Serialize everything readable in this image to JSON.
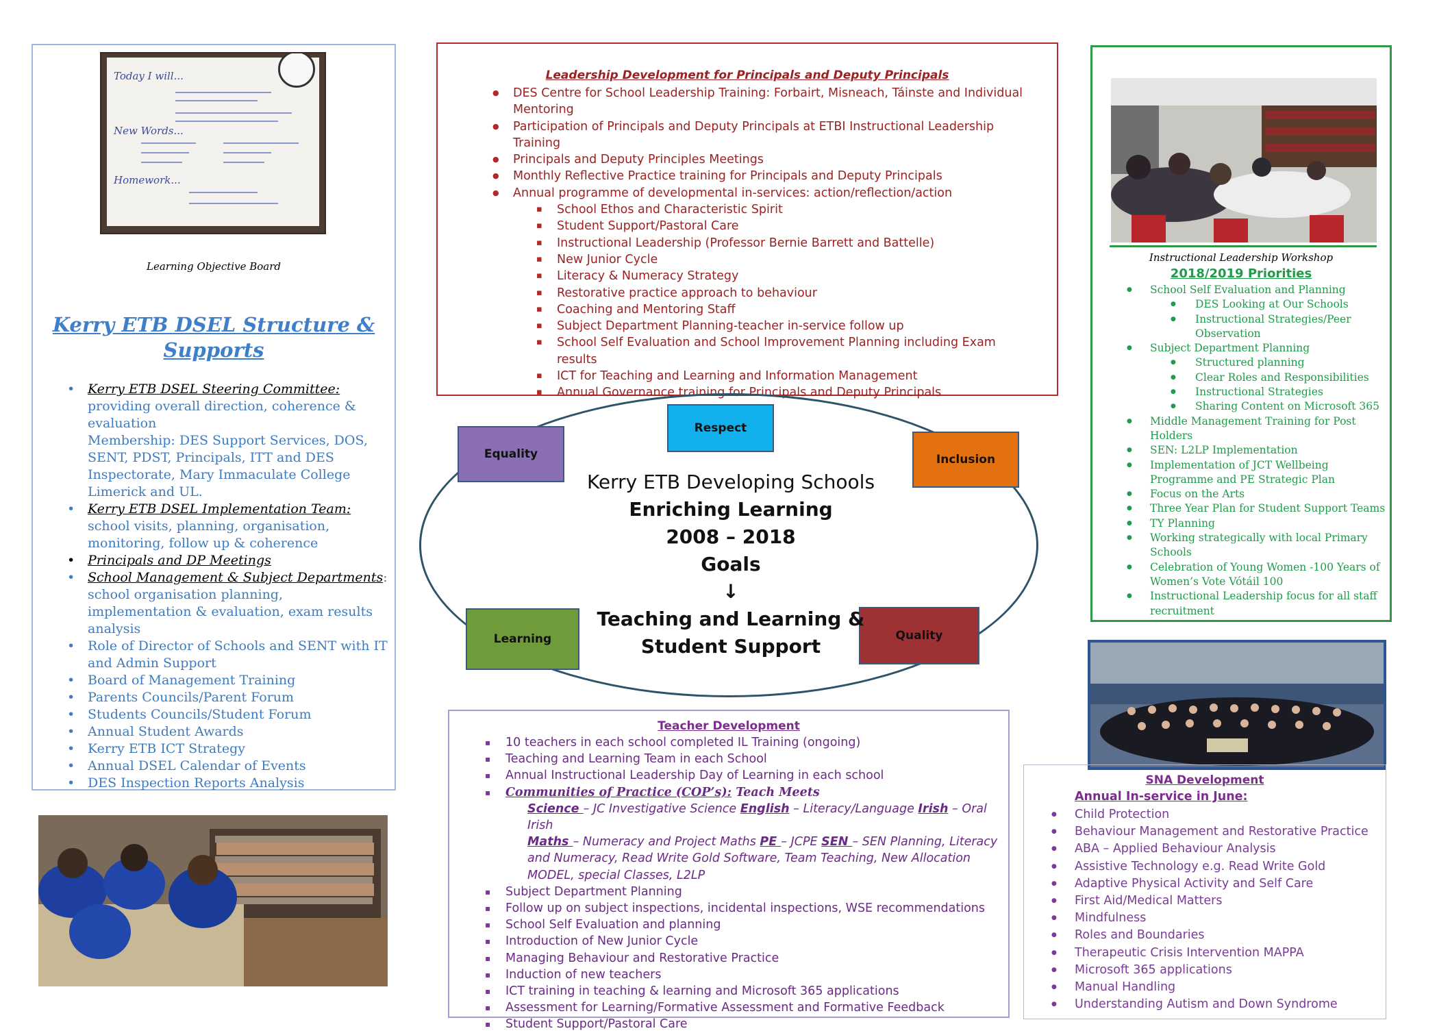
{
  "left_panel": {
    "board_text": {
      "today": "Today I will...",
      "new_words": "New Words...",
      "homework": "Homework..."
    },
    "caption": "Learning Objective Board",
    "title_line1": "Kerry ETB DSEL Structure &",
    "title_line2": "Supports",
    "items": [
      {
        "label": "Kerry ETB DSEL Steering Committee:",
        "text": "providing overall direction, coherence & evaluation"
      },
      {
        "label": "",
        "text": "Membership: DES Support Services, DOS, SENT, PDST, Principals, ITT and DES Inspectorate, Mary Immaculate College Limerick and UL."
      },
      {
        "label": "Kerry ETB DSEL Implementation Team:",
        "text": " school visits, planning, organisation, monitoring, follow up & coherence"
      },
      {
        "label": "Principals and DP Meetings",
        "text": ""
      },
      {
        "label": "School Management & Subject Departments",
        "text": ": school organisation planning, implementation & evaluation, exam results analysis"
      },
      {
        "label": "",
        "text": "Role of Director of Schools and SENT with IT and Admin Support"
      },
      {
        "label": "",
        "text": "Board of Management Training"
      },
      {
        "label": "",
        "text": "Parents Councils/Parent Forum"
      },
      {
        "label": "",
        "text": "Students Councils/Student Forum"
      },
      {
        "label": "",
        "text": "Annual Student Awards"
      },
      {
        "label": "",
        "text": "Kerry ETB ICT Strategy"
      },
      {
        "label": "",
        "text": "Annual DSEL Calendar of Events"
      },
      {
        "label": "",
        "text": "DES Inspection Reports Analysis"
      }
    ]
  },
  "leadership": {
    "heading": "Leadership Development for Principals and Deputy Principals",
    "items": [
      "DES Centre for School Leadership Training:  Forbairt, Misneach, Táinste and Individual Mentoring",
      "Participation of Principals and Deputy Principals at ETBI Instructional Leadership Training",
      "Principals and Deputy Principles Meetings",
      "Monthly Reflective Practice training for Principals and Deputy Principals",
      "Annual programme of developmental in-services: action/reflection/action"
    ],
    "subitems": [
      "School Ethos and Characteristic Spirit",
      "Student Support/Pastoral Care",
      "Instructional Leadership (Professor Bernie Barrett and Battelle)",
      "New Junior Cycle",
      "Literacy & Numeracy Strategy",
      "Restorative practice approach to behaviour",
      "Coaching and Mentoring Staff",
      "Subject Department Planning-teacher in-service follow up",
      "School Self Evaluation and School Improvement Planning including Exam results",
      "ICT for Teaching and Learning and Information Management",
      "Annual Governance training for Principals and Deputy Principals"
    ]
  },
  "values": {
    "respect": "Respect",
    "equality": "Equality",
    "inclusion": "Inclusion",
    "learning": "Learning",
    "quality": "Quality"
  },
  "goal": {
    "line1": "Kerry ETB Developing Schools",
    "line2": "Enriching Learning",
    "line3": "2008 – 2018",
    "line4": "Goals",
    "arrow": "↓",
    "line5": "Teaching and Learning &",
    "line6": "Student Support"
  },
  "teacher": {
    "heading": "Teacher Development",
    "items_a": [
      "10 teachers in each school completed IL Training (ongoing)",
      "Teaching and Learning Team in each School",
      "Annual Instructional Leadership Day of  Learning in each school"
    ],
    "cop_label": "Communities of Practice (COP’s):",
    "cop_rest": " Teach Meets",
    "cop_lines": {
      "science_u": "Science ",
      "science_t": "– JC Investigative Science ",
      "english_u": "English",
      "english_t": " – Literacy/Language  ",
      "irish_u": "Irish",
      "irish_t": " – Oral Irish",
      "maths_u": "Maths ",
      "maths_t": "– Numeracy and Project Maths ",
      "pe_u": "PE ",
      "pe_t": "– JCPE  ",
      "sen_u": "SEN ",
      "sen_t": "– SEN Planning, Literacy and Numeracy, Read Write Gold Software, Team Teaching, New Allocation MODEL, special Classes, L2LP"
    },
    "items_b": [
      "Subject Department Planning",
      "Follow up on subject inspections, incidental inspections, WSE recommendations",
      "School Self Evaluation and planning",
      "Introduction of New Junior Cycle",
      "Managing Behaviour and Restorative Practice",
      "Induction of new teachers",
      "ICT training in teaching & learning  and Microsoft 365 applications",
      "Assessment for Learning/Formative Assessment and Formative Feedback",
      "Student Support/Pastoral Care"
    ]
  },
  "priorities": {
    "caption": "Instructional Leadership Workshop",
    "heading": "2018/2019 Priorities",
    "items": [
      {
        "level": 1,
        "text": "School Self Evaluation and Planning"
      },
      {
        "level": 2,
        "text": "DES Looking at Our Schools"
      },
      {
        "level": 2,
        "text": "Instructional Strategies/Peer Observation"
      },
      {
        "level": 1,
        "text": "Subject Department Planning"
      },
      {
        "level": 2,
        "text": "Structured planning"
      },
      {
        "level": 2,
        "text": "Clear Roles and Responsibilities"
      },
      {
        "level": 2,
        "text": "Instructional Strategies"
      },
      {
        "level": 2,
        "text": "Sharing Content on Microsoft 365"
      },
      {
        "level": 1,
        "text": "Middle Management Training for Post Holders"
      },
      {
        "level": 1,
        "text": "SEN: L2LP Implementation"
      },
      {
        "level": 1,
        "text": "Implementation of JCT Wellbeing Programme and PE Strategic Plan"
      },
      {
        "level": 1,
        "text": "Focus on the Arts"
      },
      {
        "level": 1,
        "text": "Three Year Plan for Student Support Teams"
      },
      {
        "level": 1,
        "text": "TY Planning"
      },
      {
        "level": 1,
        "text": "Working strategically with local Primary Schools"
      },
      {
        "level": 1,
        "text": "Celebration of Young Women -100 Years of Women’s Vote Vótáil 100"
      },
      {
        "level": 1,
        "text": "Instructional Leadership focus for all staff recruitment"
      }
    ]
  },
  "sna": {
    "heading": "SNA Development",
    "subheading": "Annual In-service in June:",
    "items": [
      "Child Protection",
      "Behaviour Management and Restorative Practice",
      "ABA – Applied Behaviour Analysis",
      "Assistive Technology e.g. Read Write Gold",
      "Adaptive Physical Activity and Self Care",
      "First Aid/Medical Matters",
      "Mindfulness",
      "Roles and Boundaries",
      "Therapeutic Crisis Intervention MAPPA",
      "Microsoft 365 applications",
      "Manual Handling",
      "Understanding Autism and Down Syndrome"
    ]
  }
}
